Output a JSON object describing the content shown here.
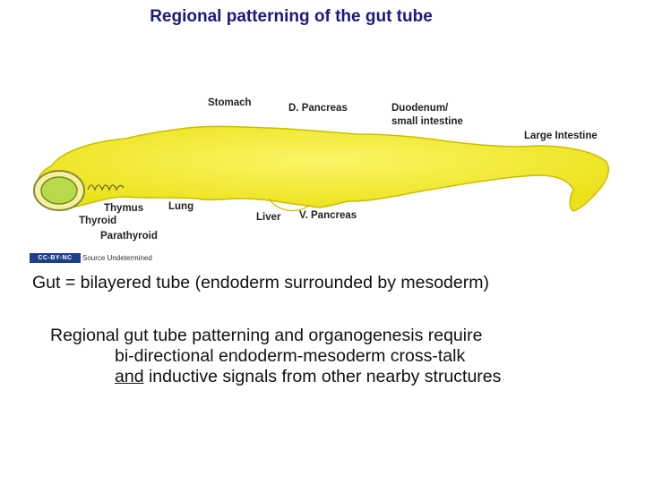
{
  "title": "Regional patterning of the gut tube",
  "diagram": {
    "labels": {
      "stomach": "Stomach",
      "d_pancreas": "D. Pancreas",
      "duodenum_line1": "Duodenum/",
      "duodenum_line2": "small intestine",
      "large_intestine": "Large Intestine",
      "thymus": "Thymus",
      "lung": "Lung",
      "thyroid": "Thyroid",
      "parathyroid": "Parathyroid",
      "liver": "Liver",
      "v_pancreas": "V. Pancreas"
    },
    "colors": {
      "tube_fill": "#f4ec1a",
      "tube_edge": "#c9be00",
      "opening_fill": "#b7d94a"
    }
  },
  "license_badge": "CC-BY-NC",
  "source_text": "Source Undetermined",
  "statement": "Gut = bilayered tube (endoderm surrounded by mesoderm)",
  "paragraph": {
    "line1": "Regional gut tube patterning and organogenesis require",
    "line2": "bi-directional endoderm-mesoderm cross-talk",
    "line3_underlined": "and",
    "line3_rest": " inductive signals from other nearby structures"
  }
}
